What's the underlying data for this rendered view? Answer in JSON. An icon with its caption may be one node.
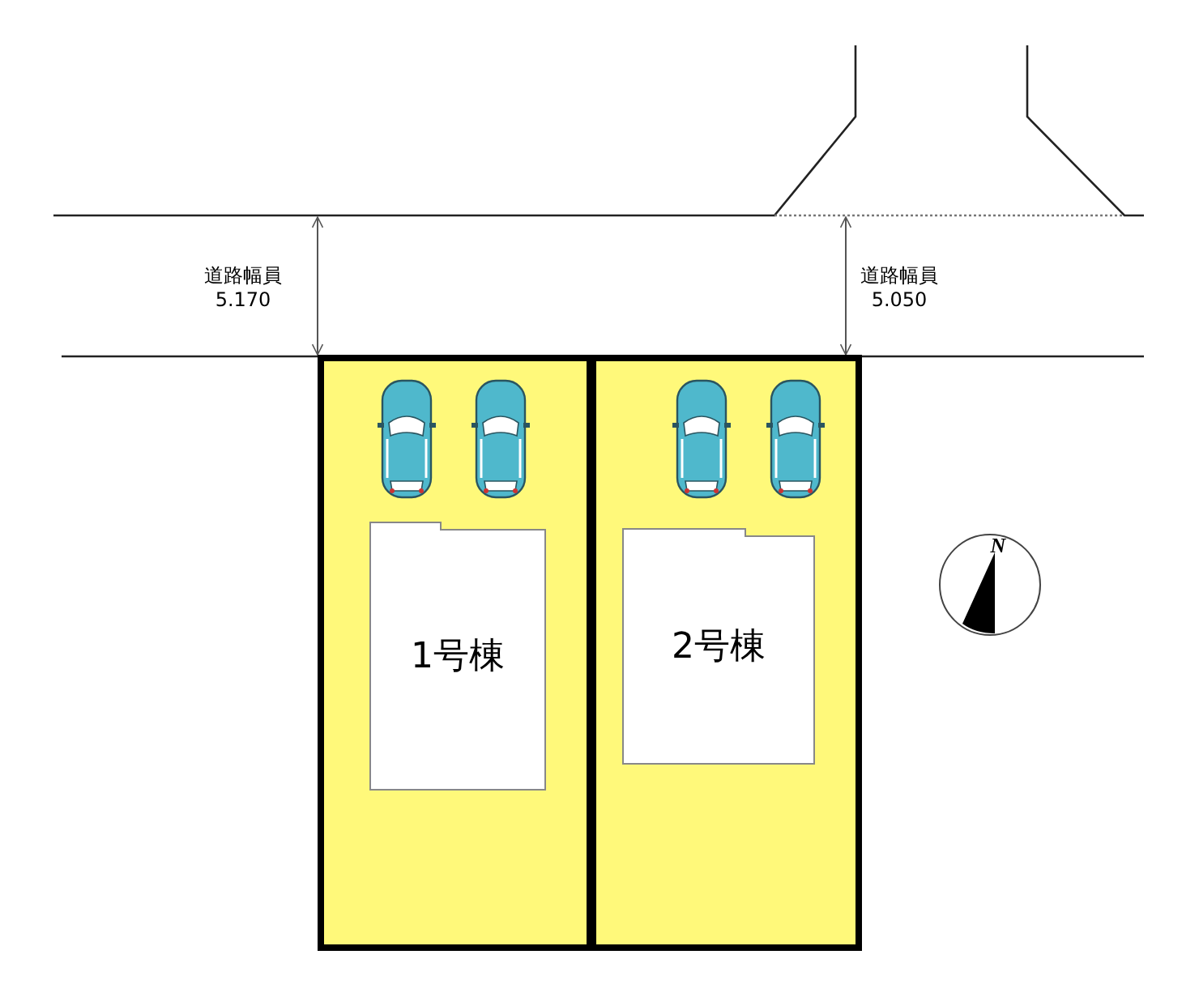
{
  "diagram": {
    "nodes": [
      {
        "text": [],
        "shape": "box"
      },
      {
        "text": [
          "1号棟"
        ],
        "in": 0
      },
      {
        "text": [],
        "shape": "box"
      },
      {
        "text": [
          "2号棟"
        ],
        "in": 2
      }
    ],
    "labels": [
      "道路幅員",
      "5.170",
      "道路幅員",
      "5.050",
      "N"
    ]
  }
}
